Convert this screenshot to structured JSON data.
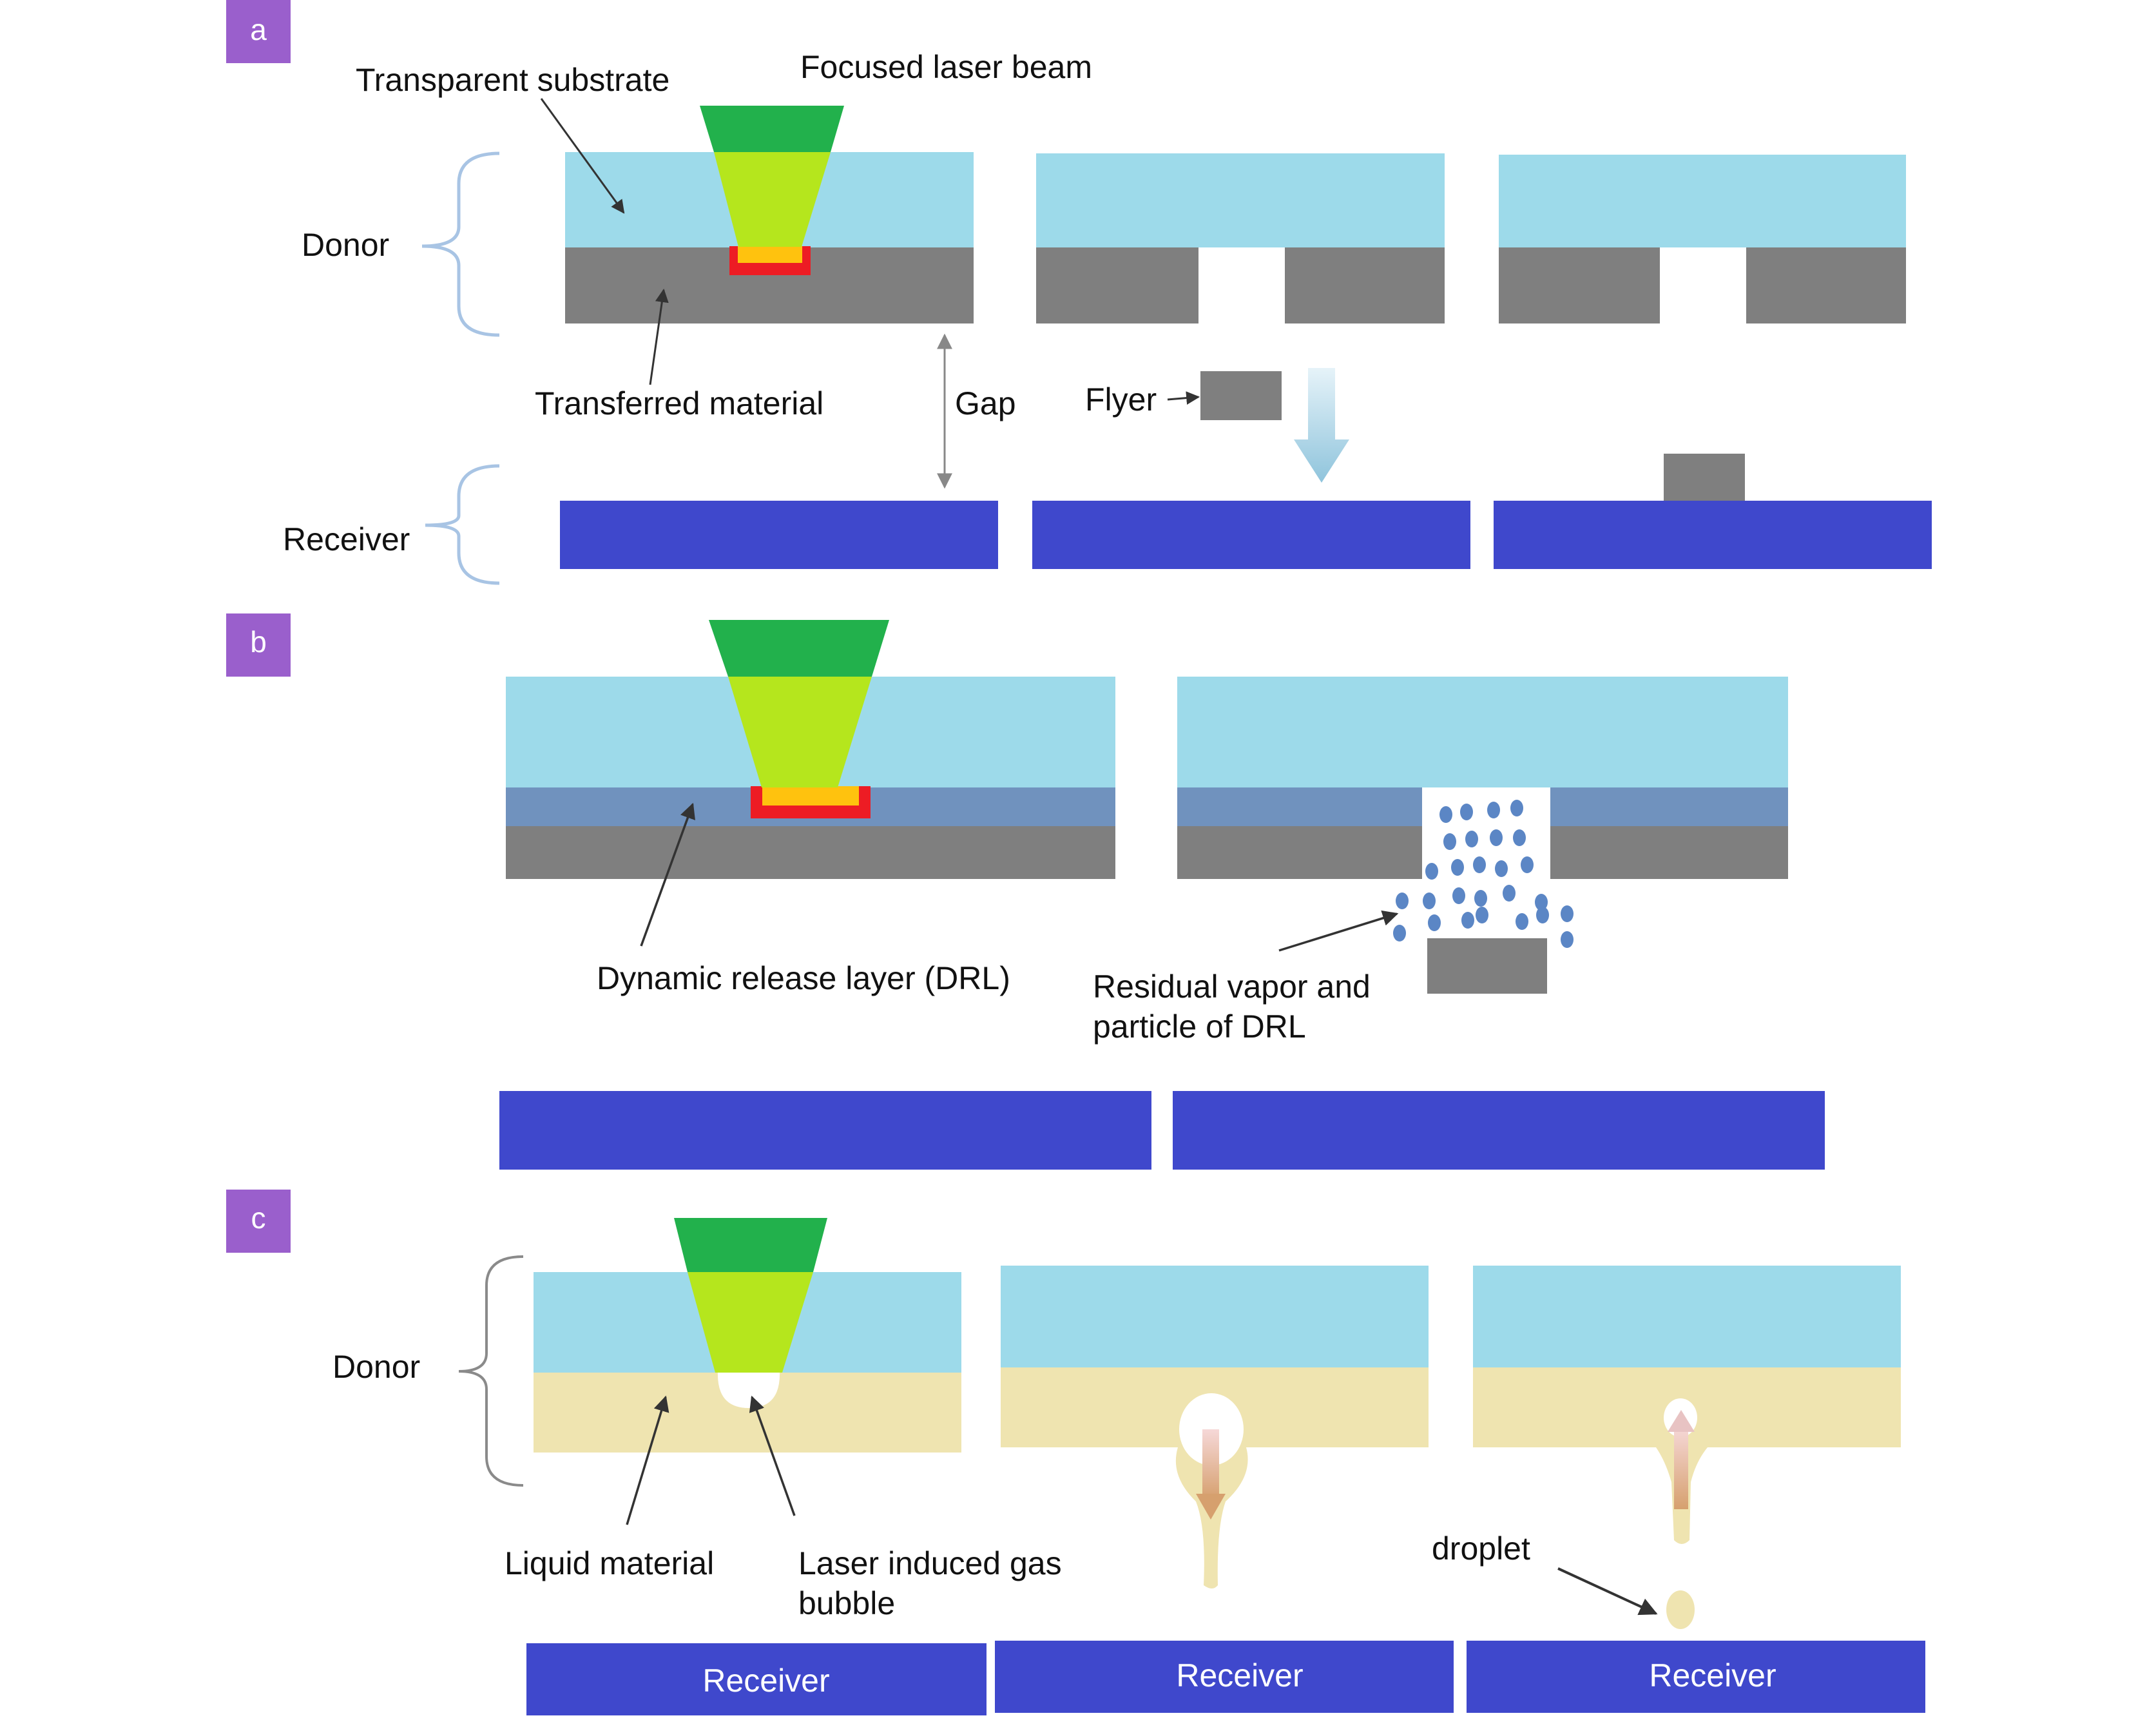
{
  "panels": {
    "a": {
      "tag": "a",
      "labels": {
        "transparent_substrate": "Transparent substrate",
        "focused_laser_beam": "Focused laser beam",
        "donor": "Donor",
        "transferred_material": "Transferred material",
        "gap": "Gap",
        "flyer": "Flyer",
        "receiver": "Receiver"
      }
    },
    "b": {
      "tag": "b",
      "labels": {
        "drl": "Dynamic release layer (DRL)",
        "residual_line1": "Residual vapor and",
        "residual_line2": "particle of DRL"
      }
    },
    "c": {
      "tag": "c",
      "labels": {
        "donor": "Donor",
        "liquid_material": "Liquid material",
        "gas_bubble_line1": "Laser induced gas",
        "gas_bubble_line2": "bubble",
        "droplet": "droplet",
        "receiver_1": "Receiver",
        "receiver_2": "Receiver",
        "receiver_3": "Receiver"
      }
    }
  },
  "colors": {
    "tag_purple": "#9a5fcc",
    "substrate": "#9ddaea",
    "material_gray": "#7f7f7f",
    "receiver_blue": "#3f48cc",
    "laser_dark_green": "#22b14c",
    "laser_light_green": "#b5e61d",
    "hot_red": "#ed1c24",
    "hot_yellow": "#ffc20e",
    "drl_blue": "#7092be",
    "liquid": "#efe4b0",
    "particle_blue": "#5b86c5",
    "brace_blue": "#a8c4e4",
    "arrow": "#222222",
    "label_text": "#111111"
  },
  "icons": {
    "flyer_arrow": "down-arrow-icon",
    "gap_arrow": "double-arrow-icon",
    "brace": "curly-brace-icon"
  }
}
